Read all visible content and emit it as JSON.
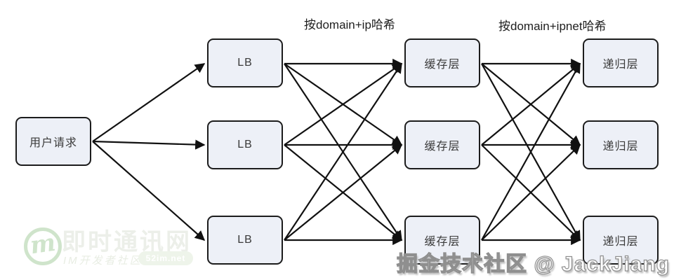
{
  "diagram": {
    "user": {
      "label": "用户请求"
    },
    "hash_labels": {
      "lb_to_cache": "按domain+ip哈希",
      "cache_to_recursive": "按domain+ipnet哈希"
    },
    "columns": [
      {
        "id": "lb",
        "nodes": [
          "LB",
          "LB",
          "LB"
        ]
      },
      {
        "id": "cache",
        "nodes": [
          "缓存层",
          "缓存层",
          "缓存层"
        ]
      },
      {
        "id": "recursive",
        "nodes": [
          "递归层",
          "递归层",
          "递归层"
        ]
      }
    ],
    "edges": {
      "user_to_lb": [
        {
          "from": "user",
          "to": "lb-1"
        },
        {
          "from": "user",
          "to": "lb-2"
        },
        {
          "from": "user",
          "to": "lb-3"
        }
      ],
      "lb_to_cache": "full-mesh 3x3 (9 arrows, each LB to every 缓存层)",
      "cache_to_recursive": "full-mesh 3x3 (9 arrows, each 缓存层 to every 递归层)"
    }
  },
  "watermark": {
    "site_monogram": "m",
    "site_name": "即时通讯网",
    "site_tagline": "IM开发者社区",
    "site_badge": "52im.net",
    "credit": "掘金技术社区 @ JackJiang"
  },
  "colors": {
    "node_fill": "#edf0f7",
    "node_border": "#1c1c1c",
    "arrow": "#111111",
    "label_text": "#1e1e1e",
    "watermark_green": "#cfe4cb",
    "credit_fill": "#ffffff",
    "credit_outline": "#8f8f8f"
  }
}
